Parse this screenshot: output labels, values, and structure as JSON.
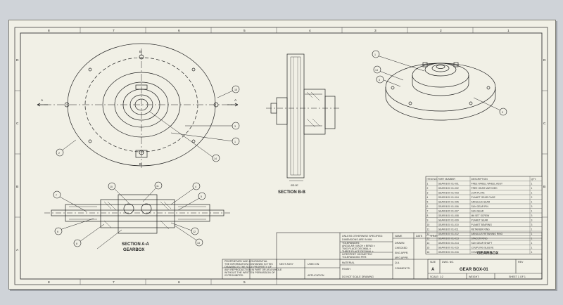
{
  "drawing": {
    "zone_letters": [
      "D",
      "C",
      "B",
      "A"
    ],
    "zone_numbers": [
      "8",
      "7",
      "6",
      "5",
      "4",
      "3",
      "2",
      "1"
    ],
    "section_label_aa": "A",
    "section_label_bb": "B",
    "view_captions": {
      "section_bb": "SECTION B-B",
      "section_aa": "SECTION A-A",
      "section_aa_name": "GEARBOX",
      "detail_dim": "ØD.0E"
    },
    "balloons_top": [
      "15",
      "3",
      "1",
      "14",
      "2"
    ],
    "balloons_iso": [
      "1",
      "14",
      "3",
      "9"
    ],
    "balloons_section": [
      "7",
      "10",
      "11",
      "4",
      "5",
      "6",
      "8",
      "12",
      "13"
    ]
  },
  "bom": {
    "headers": [
      "ITEM NO.",
      "PART NUMBER",
      "DESCRIPTION",
      "QTY."
    ],
    "rows": [
      [
        "1",
        "GEAR BOX 01-001",
        "FREE WHEEL WHEEL ASSY",
        "1"
      ],
      [
        "2",
        "GEAR BOX 01-002",
        "FREE GEAR MATCHED",
        "1"
      ],
      [
        "3",
        "GEAR BOX 01-003",
        "LOW PLATE",
        "1"
      ],
      [
        "4",
        "GEAR BOX 01-004",
        "PLANET GEAR CAGE",
        "2"
      ],
      [
        "5",
        "GEAR BOX 01-005",
        "ANNULUS GEAR",
        "1"
      ],
      [
        "6",
        "GEAR BOX 01-006",
        "SUN GEAR PIN",
        "3"
      ],
      [
        "7",
        "GEAR BOX 01-007",
        "SUN GEAR",
        "1"
      ],
      [
        "8",
        "GEAR BOX 01-008",
        "M6 SET SCREW",
        "3"
      ],
      [
        "9",
        "GEAR BOX 01-009",
        "PLANET GEAR",
        "3"
      ],
      [
        "10",
        "GEAR BOX 01-010",
        "PLANET BEARING",
        "3"
      ],
      [
        "11",
        "GEAR BOX 01-011",
        "RETAINER RING",
        "1"
      ],
      [
        "12",
        "GEAR BOX 01-012",
        "ANNULUS RETAINING RING",
        "1"
      ],
      [
        "13",
        "GEAR BOX 01-013",
        "SPACER RING",
        "1"
      ],
      [
        "14",
        "GEAR BOX 01-014",
        "SUN GEAR SHAFT",
        "1"
      ],
      [
        "15",
        "GEAR BOX 01-015",
        "COUPLING SLEEVE",
        "1"
      ],
      [
        "16",
        "GEAR BOX 01-016",
        "COUPLING PIN",
        "1"
      ]
    ]
  },
  "title_block": {
    "notes": [
      "UNLESS OTHERWISE SPECIFIED:",
      "DIMENSIONS ARE IN MM",
      "TOLERANCES:",
      "ANGULAR: MACH ±  BEND ±",
      "TWO PLACE DECIMAL ±",
      "THREE PLACE DECIMAL ±"
    ],
    "interpret": [
      "INTERPRET GEOMETRIC",
      "TOLERANCING PER:",
      "MATERIAL",
      "FINISH"
    ],
    "proprietary": [
      "PROPRIETARY AND CONFIDENTIAL",
      "THE INFORMATION CONTAINED IN THIS",
      "DRAWING IS THE SOLE PROPERTY OF",
      "ANY REPRODUCTION IN PART OR AS A WHOLE",
      "WITHOUT THE WRITTEN PERMISSION OF",
      "IS PROHIBITED."
    ],
    "name_col": [
      "DRAWN",
      "CHECKED",
      "ENG APPR.",
      "MFG APPR.",
      "Q.A.",
      "COMMENTS:"
    ],
    "next_assy": "NEXT ASSY",
    "used_on": "USED ON",
    "application": "APPLICATION",
    "do_not_scale": "DO NOT SCALE DRAWING",
    "name_hdr": "NAME",
    "date_hdr": "DATE",
    "title_label": "TITLE:",
    "title": "GEARBOX",
    "size_label": "SIZE",
    "size": "A",
    "dwg_no_label": "DWG. NO.",
    "dwg_no": "GEAR BOX-01",
    "rev_label": "REV",
    "scale": "SCALE: 1:2",
    "weight": "WEIGHT:",
    "sheet": "SHEET 1 OF 1"
  }
}
